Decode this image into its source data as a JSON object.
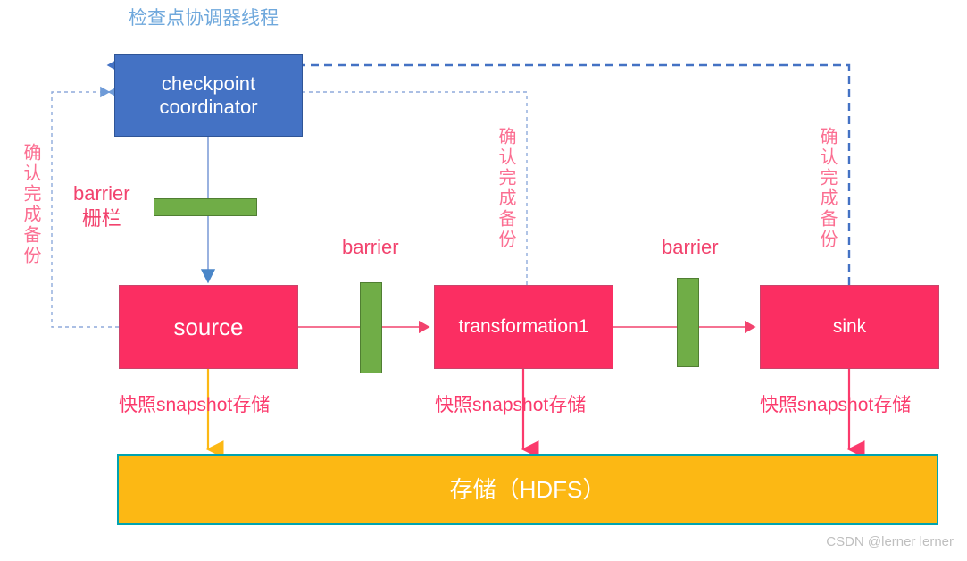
{
  "diagram": {
    "title": "检查点协调器线程",
    "watermark": "CSDN @lerner lerner",
    "colors": {
      "coordinator_fill": "#4472c4",
      "coordinator_border": "#2f5597",
      "stage_fill": "#fb2e62",
      "stage_border": "#c9456b",
      "barrier_fill": "#70ad47",
      "barrier_border": "#507e32",
      "storage_fill": "#fcb814",
      "storage_border": "#00a3b0",
      "title_text": "#6fa8dc",
      "label_pink": "#f2436e",
      "label_pink_light": "#fb6f92",
      "flow_arrow": "#f2436e",
      "barrier_arrow": "#6fa8dc",
      "snapshot_arrow_first": "#fcb814",
      "snapshot_arrow": "#fb3a6c",
      "ack_line_dark": "#4472c4",
      "ack_line_light": "#8faadc",
      "watermark_text": "#bfbfbf"
    }
  },
  "nodes": {
    "coordinator": {
      "line1": "checkpoint",
      "line2": "coordinator"
    },
    "source": {
      "label": "source"
    },
    "transformation1": {
      "label": "transformation1"
    },
    "sink": {
      "label": "sink"
    },
    "storage": {
      "label": "存储（HDFS）"
    }
  },
  "labels": {
    "barrier_with_cn": {
      "line1": "barrier",
      "line2": "栅栏"
    },
    "barrier_2": "barrier",
    "barrier_3": "barrier",
    "snapshot_1": "快照snapshot存储",
    "snapshot_2": "快照snapshot存储",
    "snapshot_3": "快照snapshot存储",
    "ack_1": "确认完成备份",
    "ack_2": "确认完成备份",
    "ack_3": "确认完成备份"
  }
}
